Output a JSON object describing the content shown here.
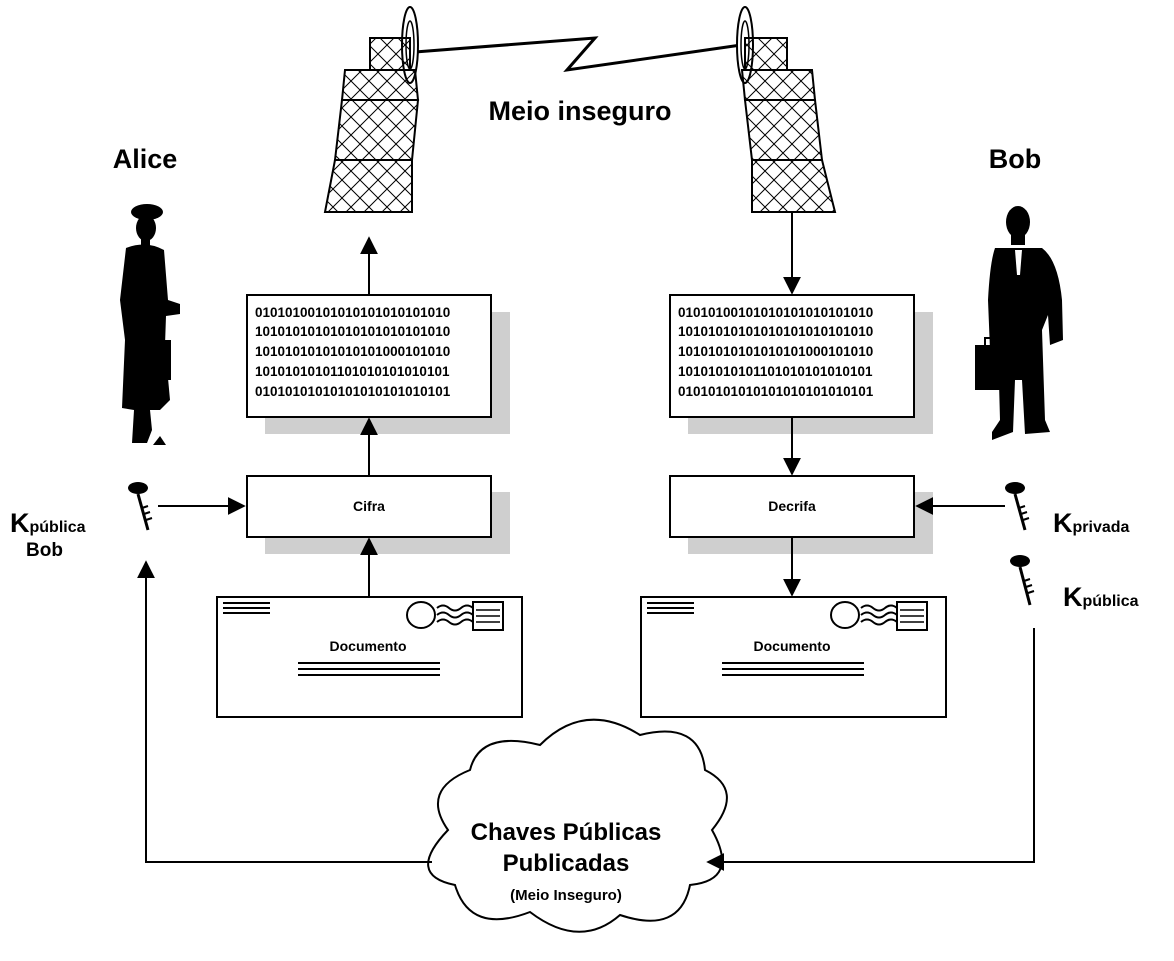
{
  "title": "Meio inseguro",
  "sender": {
    "name": "Alice"
  },
  "receiver": {
    "name": "Bob"
  },
  "sender_key": {
    "k": "K",
    "sub": "pública",
    "owner": "Bob"
  },
  "receiver_private_key": {
    "k": "K",
    "sub": "privada"
  },
  "receiver_public_key": {
    "k": "K",
    "sub": "pública"
  },
  "left_binary": [
    "01010100101010101010101010",
    "10101010101010101010101010",
    "10101010101010101000101010",
    "10101010101101010101010101",
    "01010101010101010101010101"
  ],
  "right_binary": [
    "01010100101010101010101010",
    "10101010101010101010101010",
    "10101010101010101000101010",
    "10101010101101010101010101",
    "01010101010101010101010101"
  ],
  "encrypt_label": "Cifra",
  "decrypt_label": "Decrifa",
  "left_document": "Documento",
  "right_document": "Documento",
  "cloud": {
    "line1": "Chaves Públicas",
    "line2": "Publicadas",
    "line3": "(Meio Inseguro)"
  }
}
